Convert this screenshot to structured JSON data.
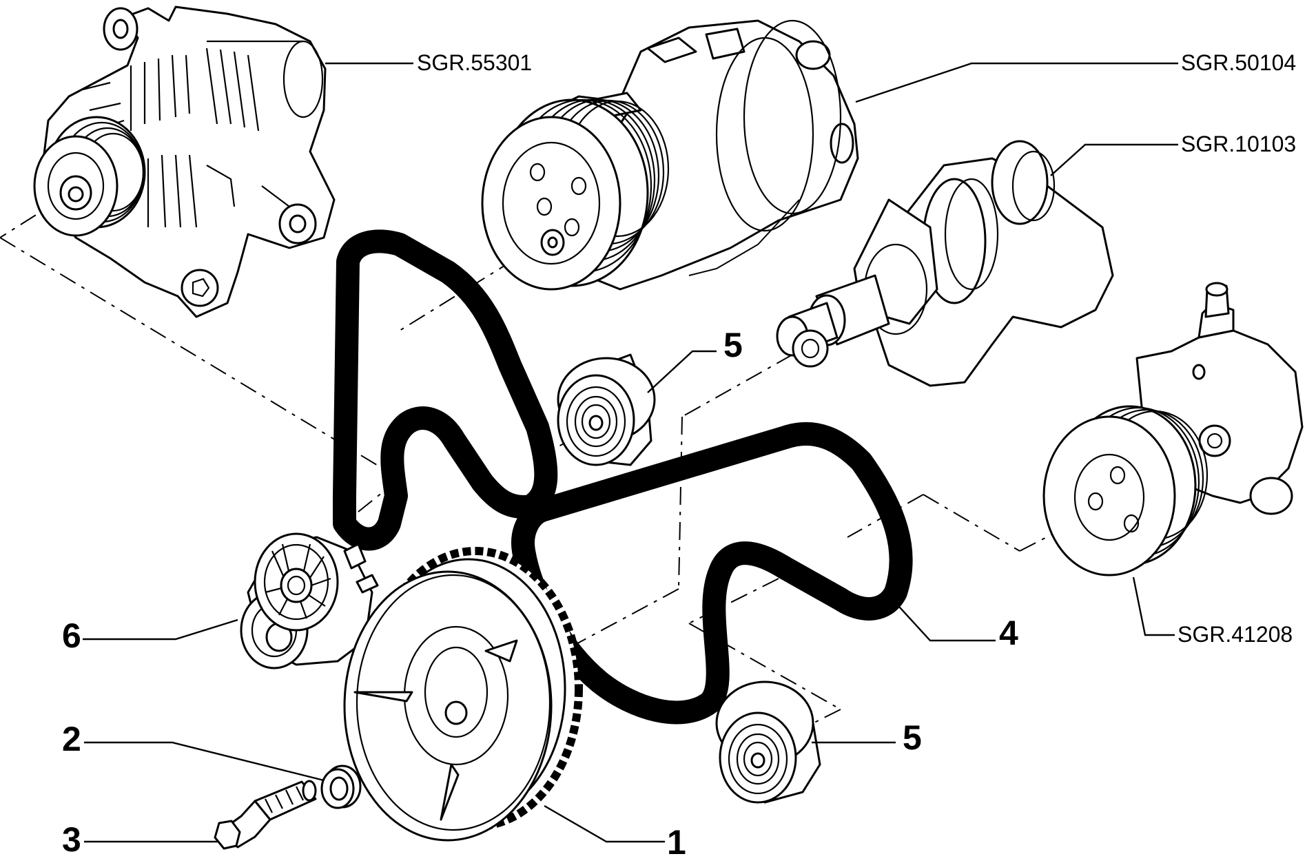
{
  "references": {
    "alternator": "SGR.55301",
    "compressor": "SGR.50104",
    "crankshaft": "SGR.10103",
    "power_steering_pump": "SGR.41208"
  },
  "callouts": {
    "pulley": "1",
    "washer": "2",
    "bolt": "3",
    "belt": "4",
    "idler_upper": "5",
    "idler_lower": "5",
    "tensioner": "6"
  }
}
